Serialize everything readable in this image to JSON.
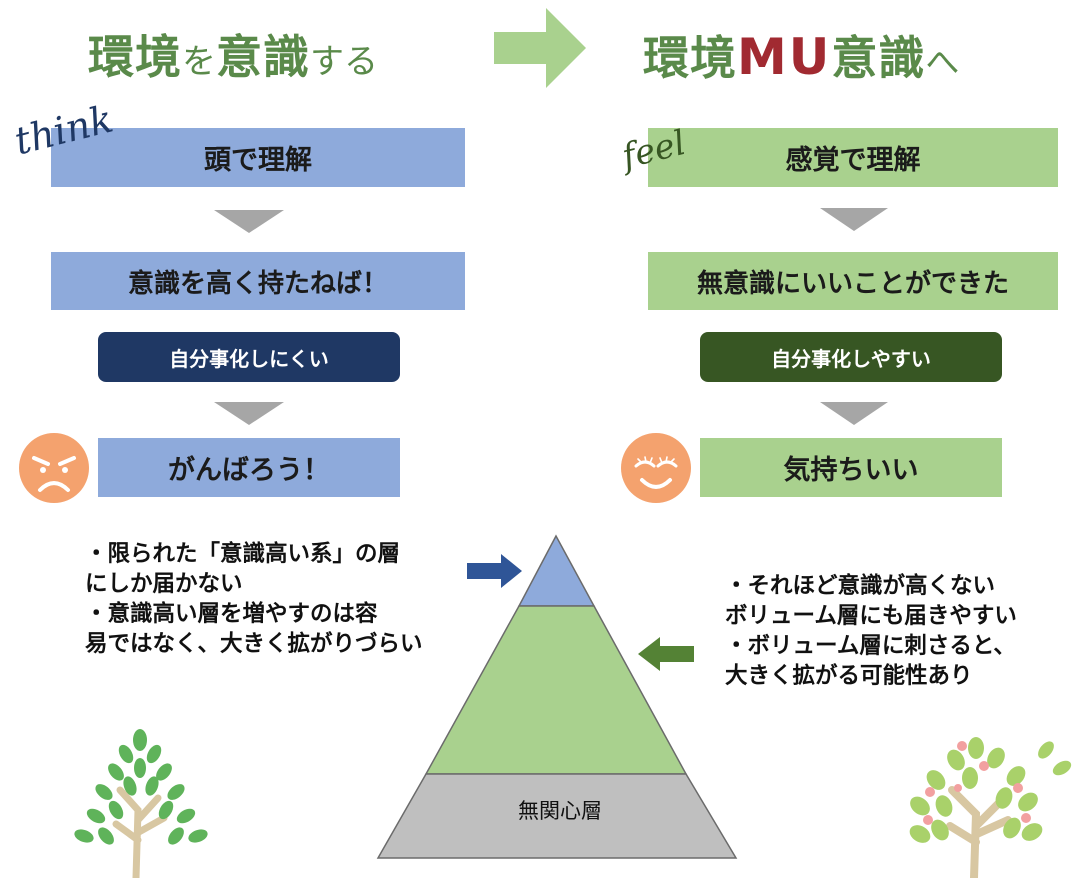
{
  "header": {
    "left_title": {
      "part1": "環境",
      "part2": "を",
      "part3": "意識",
      "part4": "する"
    },
    "right_title": {
      "part1": "環境",
      "part2": "MU",
      "part3": "意識",
      "part4": "へ"
    }
  },
  "left_column": {
    "script_word": "think",
    "box1": "頭で理解",
    "box2": "意識を高く持たねば！",
    "pill": "自分事化しにくい",
    "box3": "がんばろう！",
    "face": "angry-face-icon"
  },
  "right_column": {
    "script_word": "feel",
    "box1": "感覚で理解",
    "box2": "無意識にいいことができた",
    "pill": "自分事化しやすい",
    "box3": "気持ちいい",
    "face": "smiling-face-icon"
  },
  "pyramid": {
    "bottom_label": "無関心層"
  },
  "left_note": {
    "lines": [
      "・限られた「意識高い系」の層",
      "にしか届かない",
      "・意識高い層を増やすのは容",
      "易ではなく、大きく拡がりづらい"
    ]
  },
  "right_note": {
    "lines": [
      "・それほど意識が高くない",
      "ボリューム層にも届きやすい",
      "・ボリューム層に刺さると、",
      "大きく拡がる可能性あり"
    ]
  },
  "colors": {
    "title_green": "#5a8a4a",
    "mu_red": "#a12a31",
    "box_blue": "#8eaadb",
    "box_green": "#a9d18e",
    "pill_navy": "#1f3864",
    "pill_darkgreen": "#375623",
    "arrow_gray": "#a6a6a6",
    "face_orange": "#f4a26e"
  }
}
